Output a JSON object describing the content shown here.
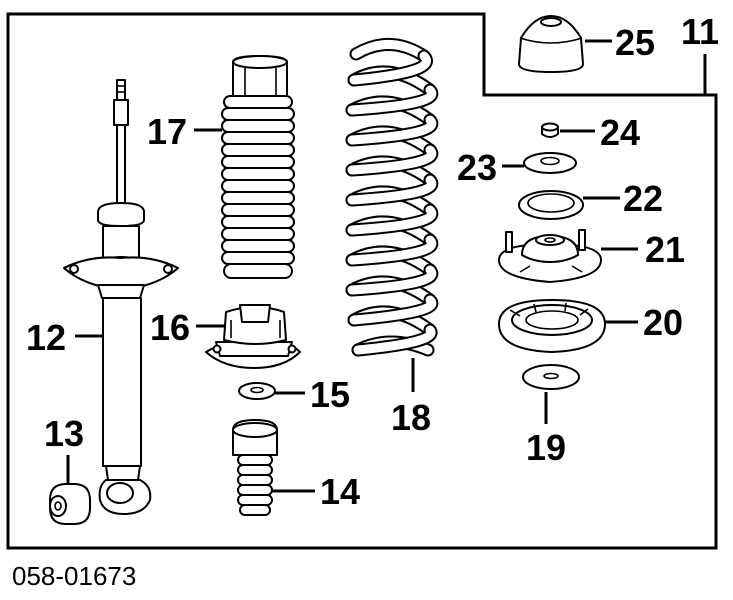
{
  "diagram_code": "058-01673",
  "callouts": [
    {
      "id": "11",
      "label": "11"
    },
    {
      "id": "12",
      "label": "12"
    },
    {
      "id": "13",
      "label": "13"
    },
    {
      "id": "14",
      "label": "14"
    },
    {
      "id": "15",
      "label": "15"
    },
    {
      "id": "16",
      "label": "16"
    },
    {
      "id": "17",
      "label": "17"
    },
    {
      "id": "18",
      "label": "18"
    },
    {
      "id": "19",
      "label": "19"
    },
    {
      "id": "20",
      "label": "20"
    },
    {
      "id": "21",
      "label": "21"
    },
    {
      "id": "22",
      "label": "22"
    },
    {
      "id": "23",
      "label": "23"
    },
    {
      "id": "24",
      "label": "24"
    },
    {
      "id": "25",
      "label": "25"
    }
  ],
  "colors": {
    "line": "#000000",
    "background": "#ffffff"
  }
}
